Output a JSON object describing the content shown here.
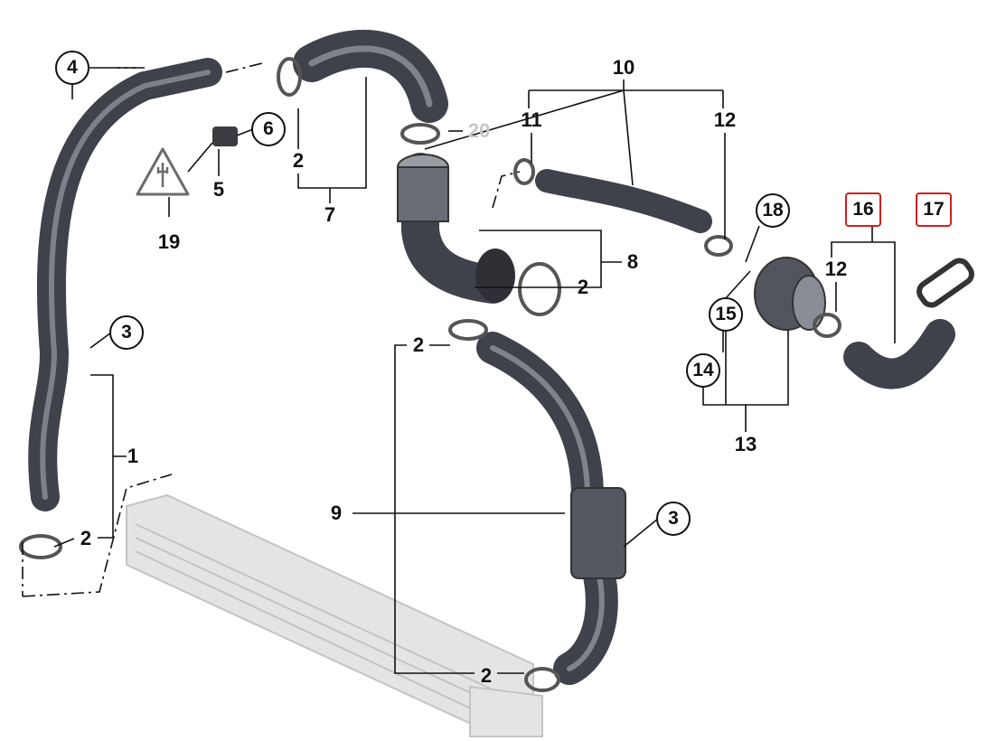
{
  "diagram": {
    "callouts": [
      {
        "id": "c4",
        "text": "4",
        "style": "circle"
      },
      {
        "id": "c6",
        "text": "6",
        "style": "circle"
      },
      {
        "id": "c5",
        "text": "5",
        "style": "plain"
      },
      {
        "id": "c19",
        "text": "19",
        "style": "plain"
      },
      {
        "id": "c2a",
        "text": "2",
        "style": "plain"
      },
      {
        "id": "c7",
        "text": "7",
        "style": "plain"
      },
      {
        "id": "c20",
        "text": "20",
        "style": "plain-gray"
      },
      {
        "id": "c10",
        "text": "10",
        "style": "plain"
      },
      {
        "id": "c11",
        "text": "11",
        "style": "plain"
      },
      {
        "id": "c12a",
        "text": "12",
        "style": "plain"
      },
      {
        "id": "c18",
        "text": "18",
        "style": "circle"
      },
      {
        "id": "c16",
        "text": "16",
        "style": "highlight-box"
      },
      {
        "id": "c17",
        "text": "17",
        "style": "highlight-box"
      },
      {
        "id": "c12b",
        "text": "12",
        "style": "plain"
      },
      {
        "id": "c8",
        "text": "8",
        "style": "plain"
      },
      {
        "id": "c2b",
        "text": "2",
        "style": "plain"
      },
      {
        "id": "c15",
        "text": "15",
        "style": "circle"
      },
      {
        "id": "c14",
        "text": "14",
        "style": "circle"
      },
      {
        "id": "c13",
        "text": "13",
        "style": "plain"
      },
      {
        "id": "c3a",
        "text": "3",
        "style": "circle"
      },
      {
        "id": "c2c",
        "text": "2",
        "style": "plain"
      },
      {
        "id": "c1",
        "text": "1",
        "style": "plain"
      },
      {
        "id": "c9",
        "text": "9",
        "style": "plain"
      },
      {
        "id": "c3b",
        "text": "3",
        "style": "circle"
      },
      {
        "id": "c2d",
        "text": "2",
        "style": "plain"
      },
      {
        "id": "c2e",
        "text": "2",
        "style": "plain"
      }
    ],
    "colors": {
      "hose": "#4a4d55",
      "hose_highlight": "#8a8d96",
      "intercooler": "#d6d6d6",
      "highlight_box": "#d21f1f",
      "ghost_label": "#c8c8c8"
    }
  }
}
